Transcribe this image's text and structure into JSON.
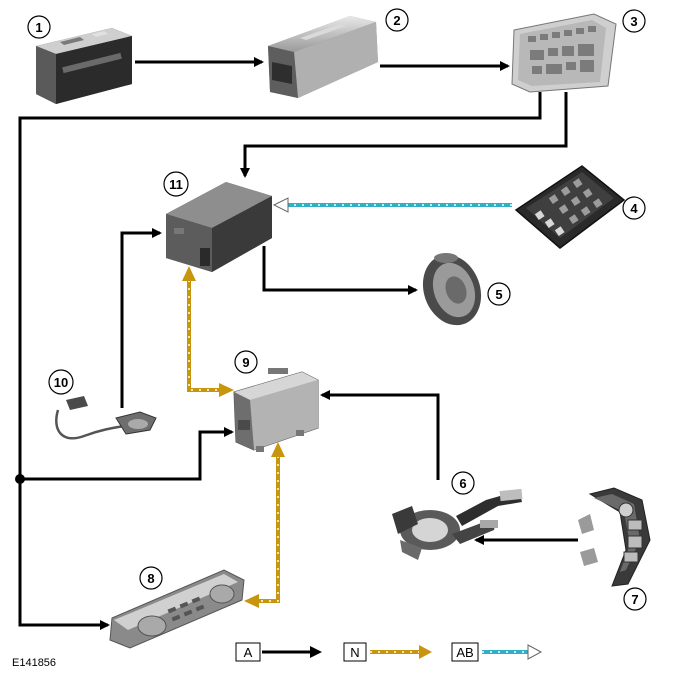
{
  "diagram": {
    "reference_code": "E141856",
    "components": [
      {
        "number": "1"
      },
      {
        "number": "2"
      },
      {
        "number": "3"
      },
      {
        "number": "4"
      },
      {
        "number": "5"
      },
      {
        "number": "6"
      },
      {
        "number": "7"
      },
      {
        "number": "8"
      },
      {
        "number": "9"
      },
      {
        "number": "10"
      },
      {
        "number": "11"
      }
    ],
    "legend": [
      {
        "key": "A",
        "color": "#000000"
      },
      {
        "key": "N",
        "color": "#c8960c"
      },
      {
        "key": "AB",
        "color": "#2fb0c6"
      }
    ]
  }
}
